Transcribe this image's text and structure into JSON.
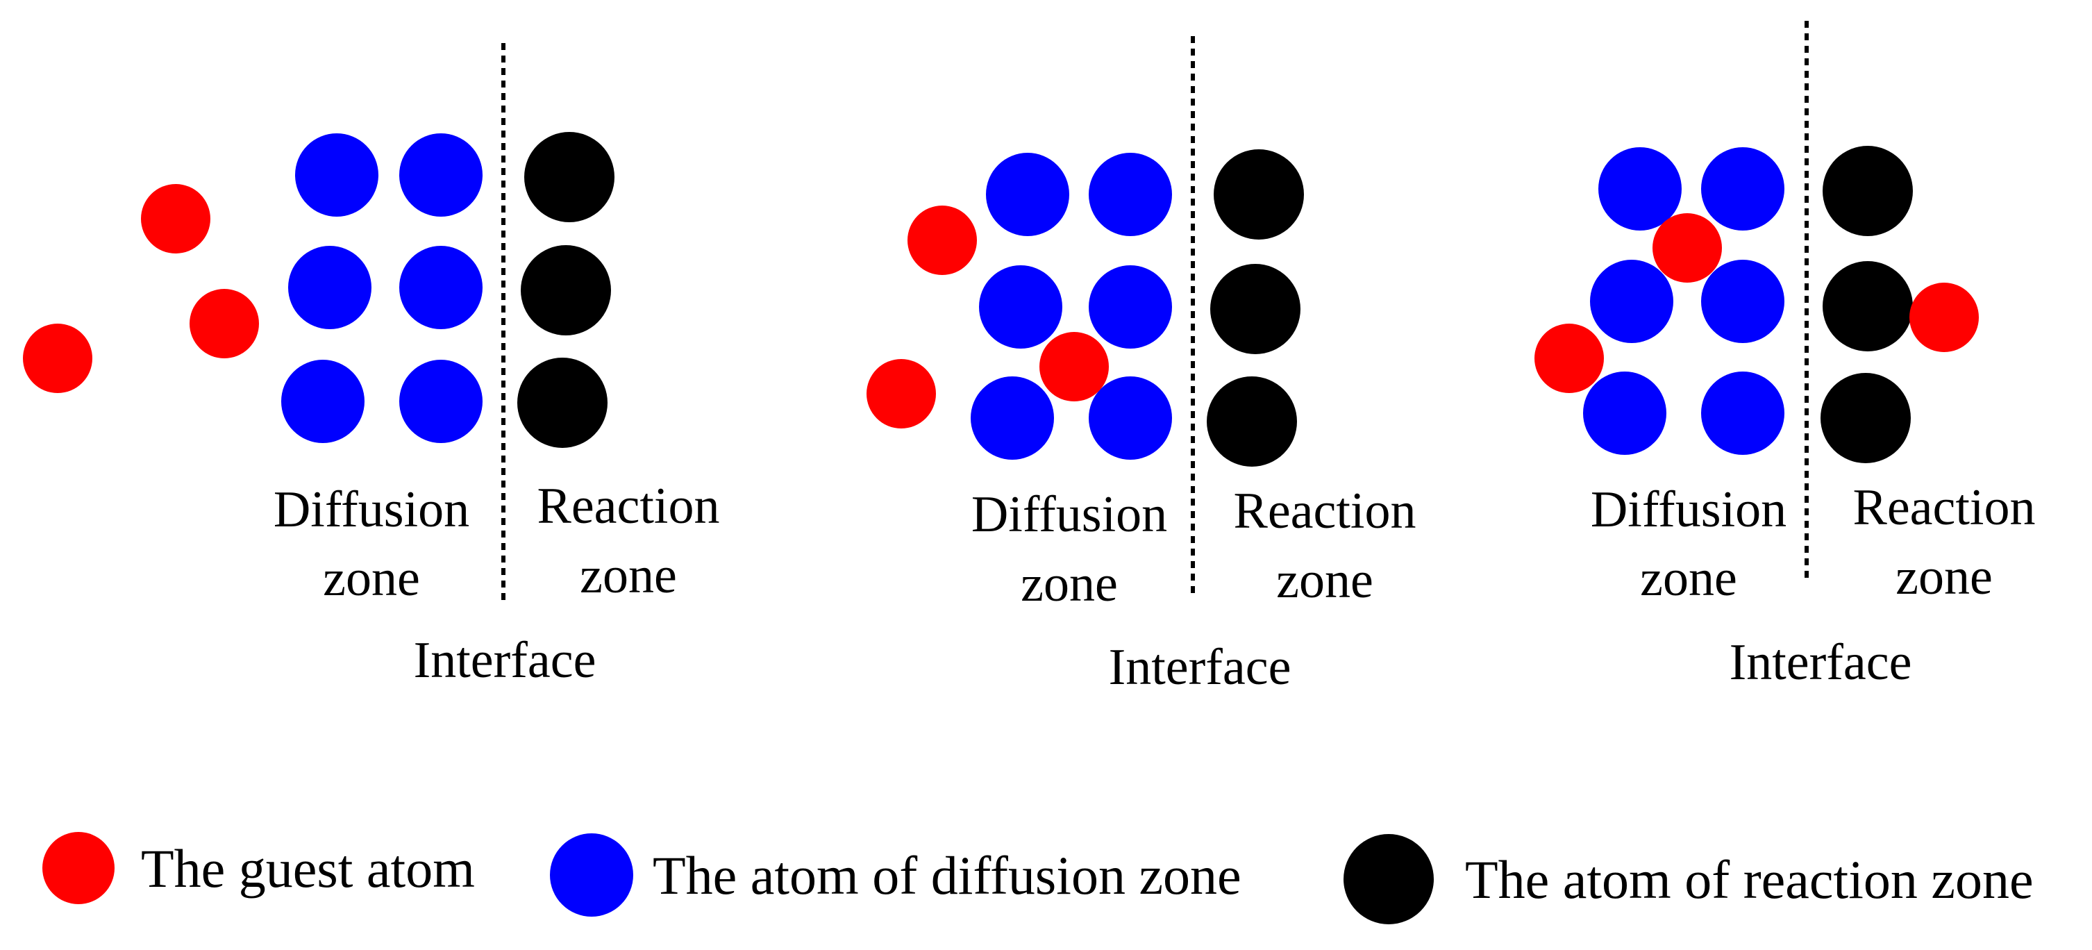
{
  "colors": {
    "guest_atom": "#ff0000",
    "diffusion_atom": "#0000ff",
    "reaction_atom": "#000000",
    "interface_line": "#000000",
    "background": "#ffffff"
  },
  "panels": [
    {
      "id": "stage-1",
      "diffusion_label": [
        "Diffusion",
        "zone"
      ],
      "reaction_label": [
        "Reaction",
        "zone"
      ],
      "interface_label": "Interface",
      "guest_atoms_in_diffusion_zone": 0,
      "guest_atoms_in_reaction_zone": 0
    },
    {
      "id": "stage-2",
      "diffusion_label": [
        "Diffusion",
        "zone"
      ],
      "reaction_label": [
        "Reaction",
        "zone"
      ],
      "interface_label": "Interface",
      "guest_atoms_in_diffusion_zone": 1,
      "guest_atoms_in_reaction_zone": 0
    },
    {
      "id": "stage-3",
      "diffusion_label": [
        "Diffusion",
        "zone"
      ],
      "reaction_label": [
        "Reaction",
        "zone"
      ],
      "interface_label": "Interface",
      "guest_atoms_in_diffusion_zone": 1,
      "guest_atoms_in_reaction_zone": 1
    }
  ],
  "legend": {
    "guest_atom": "The guest atom",
    "diffusion_atom": "The atom of diffusion zone",
    "reaction_atom": "The atom of reaction zone"
  }
}
